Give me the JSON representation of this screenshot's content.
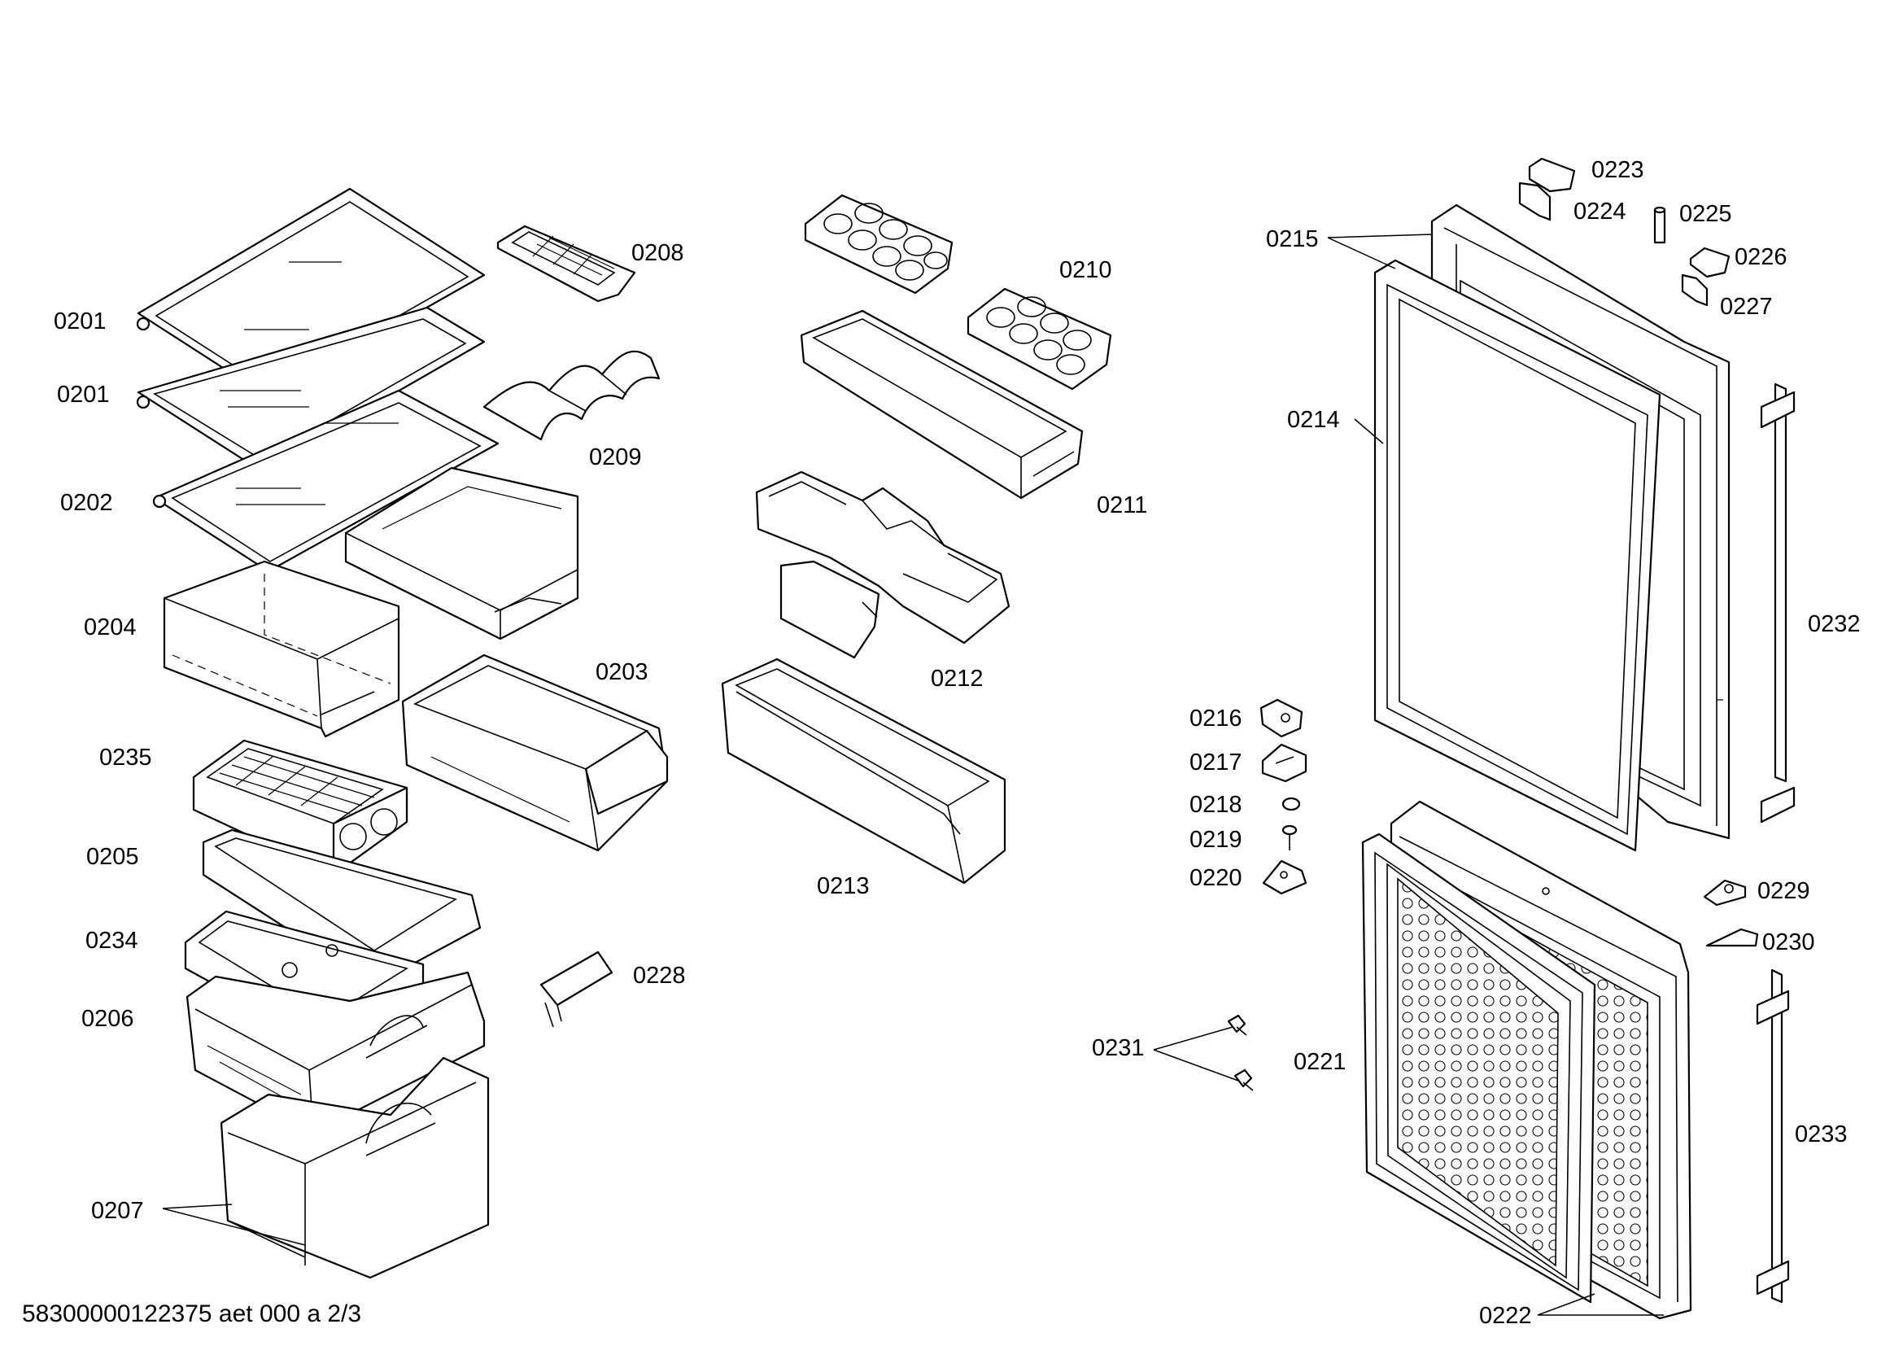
{
  "labels": {
    "l0201a": "0201",
    "l0201b": "0201",
    "l0202": "0202",
    "l0204": "0204",
    "l0235": "0235",
    "l0205": "0205",
    "l0234": "0234",
    "l0206": "0206",
    "l0207": "0207",
    "l0208": "0208",
    "l0209": "0209",
    "l0203": "0203",
    "l0228": "0228",
    "l0210": "0210",
    "l0211": "0211",
    "l0212": "0212",
    "l0213": "0213",
    "l0215": "0215",
    "l0214": "0214",
    "l0223": "0223",
    "l0224": "0224",
    "l0225": "0225",
    "l0226": "0226",
    "l0227": "0227",
    "l0232": "0232",
    "l0216": "0216",
    "l0217": "0217",
    "l0218": "0218",
    "l0219": "0219",
    "l0220": "0220",
    "l0229": "0229",
    "l0230": "0230",
    "l0231": "0231",
    "l0221": "0221",
    "l0233": "0233",
    "l0222": "0222"
  },
  "footer": "58300000122375 aet 000 a 2/3"
}
